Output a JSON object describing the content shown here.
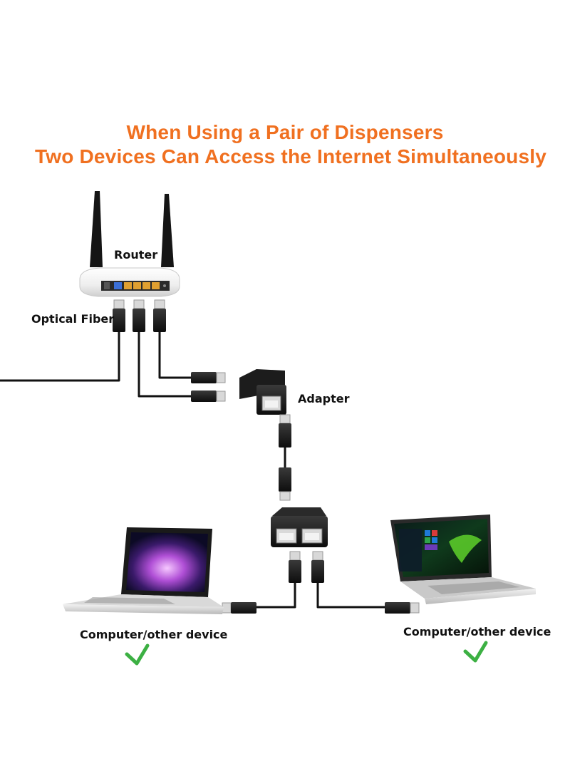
{
  "heading": {
    "line1": "When Using a Pair of Dispensers",
    "line2": "Two Devices Can Access the Internet  Simultaneously"
  },
  "labels": {
    "router": "Router",
    "optical_fiber": "Optical Fiber",
    "adapter": "Adapter",
    "computer_left": "Computer/other device",
    "computer_right": "Computer/other device"
  },
  "colors": {
    "heading": "#f07020",
    "check": "#3cb043",
    "cable": "#111111"
  },
  "icons": [
    "router-icon",
    "ethernet-plug-icon",
    "splitter-adapter-icon",
    "laptop-icon",
    "checkmark-icon"
  ]
}
